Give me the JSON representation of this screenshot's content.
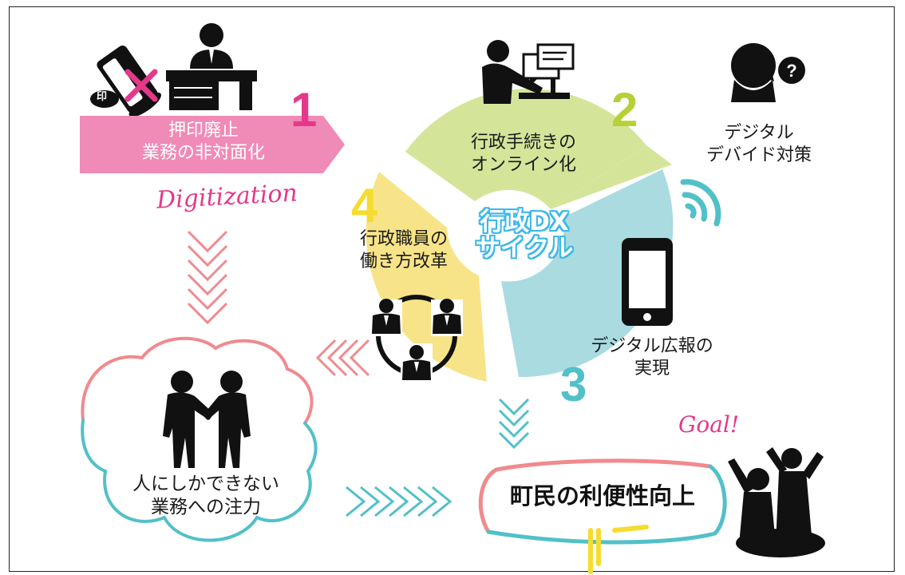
{
  "step1": {
    "number": "1",
    "line1": "押印廃止",
    "line2": "業務の非対面化",
    "sub": "Digitization",
    "stamp": "印",
    "color": "#e4398b"
  },
  "step2": {
    "number": "2",
    "line1": "行政手続きの",
    "line2": "オンライン化",
    "color": "#b6d137"
  },
  "step3": {
    "number": "3",
    "line1": "デジタル広報の",
    "line2": "実現",
    "color": "#52c0c8"
  },
  "step4": {
    "number": "4",
    "line1": "行政職員の",
    "line2": "働き方改革",
    "color": "#f5dc2e"
  },
  "center": {
    "line1": "行政DX",
    "line2": "サイクル",
    "color": "#3db8e8"
  },
  "divide": {
    "line1": "デジタル",
    "line2": "デバイド対策"
  },
  "cloud": {
    "line1": "人にしかできない",
    "line2": "業務への注力"
  },
  "goal": {
    "label": "Goal!",
    "banner": "町民の利便性向上"
  },
  "icons": [
    "stamp-icon",
    "desk-worker-icon",
    "online-worker-icon",
    "question-person-icon",
    "wifi-icon",
    "smartphone-icon",
    "team-icon",
    "handshake-icon",
    "celebration-icon"
  ]
}
